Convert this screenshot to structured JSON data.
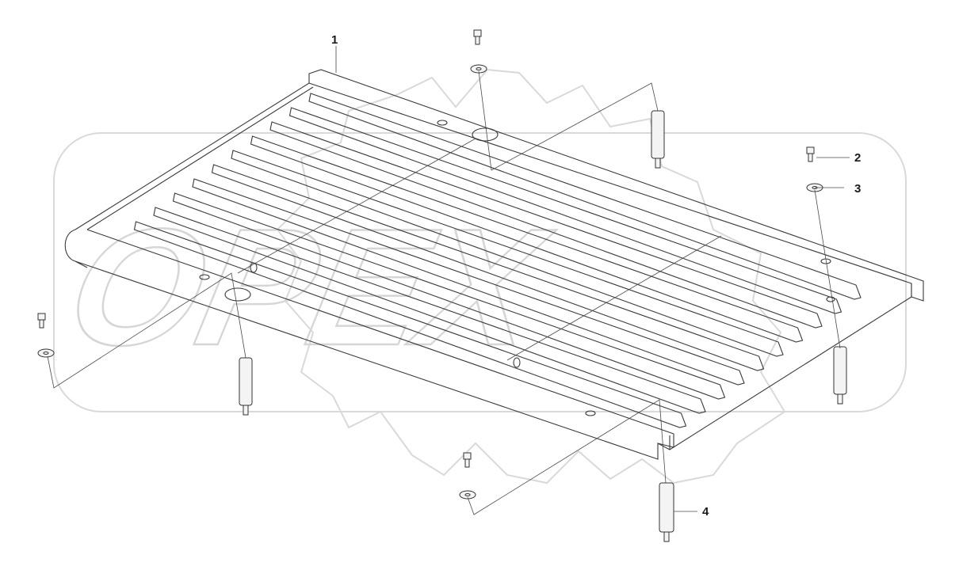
{
  "watermark": {
    "text": "OPEX"
  },
  "callouts": [
    {
      "id": "1",
      "label": "1"
    },
    {
      "id": "2",
      "label": "2"
    },
    {
      "id": "3",
      "label": "3"
    },
    {
      "id": "4",
      "label": "4"
    }
  ]
}
